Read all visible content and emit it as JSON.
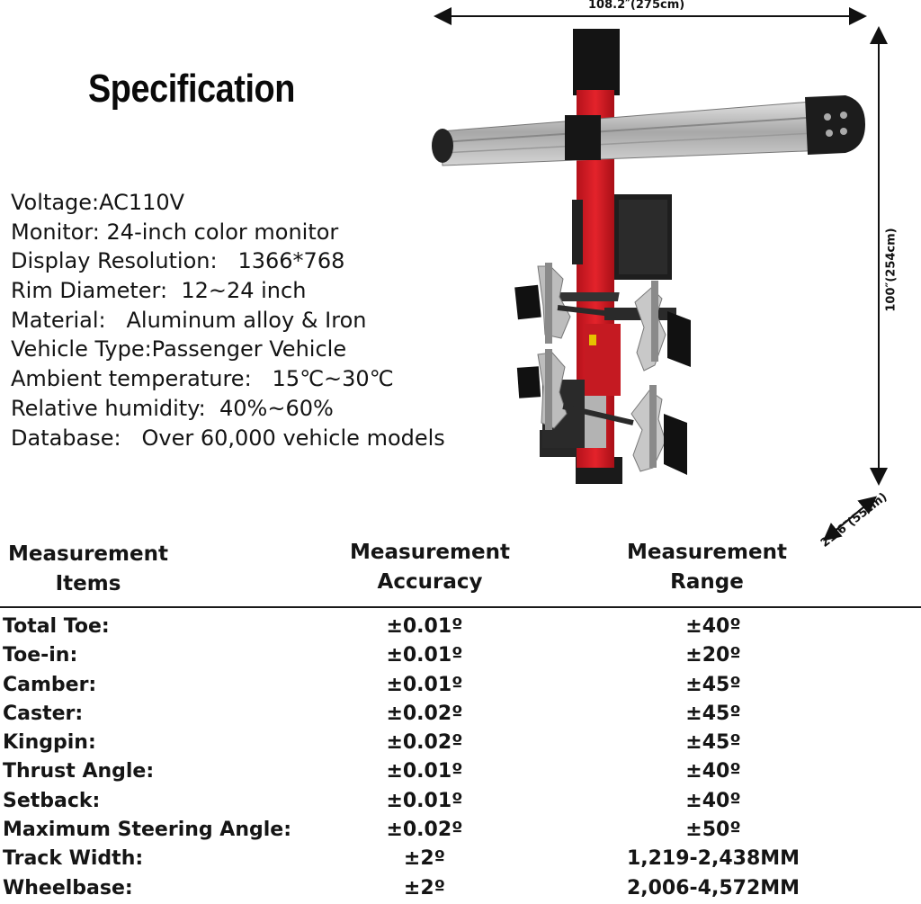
{
  "title": "Specification",
  "dimensions": {
    "width": "108.2″(275cm)",
    "height": "100″(254cm)",
    "depth": "21.6″(55cm)"
  },
  "specs": [
    {
      "label": "Voltage:",
      "value": "AC110V"
    },
    {
      "label": "Monitor:",
      "value": " 24-inch color monitor"
    },
    {
      "label": "Display Resolution:",
      "value": "   1366*768"
    },
    {
      "label": "Rim Diameter:",
      "value": "  12~24 inch"
    },
    {
      "label": "Material:",
      "value": "   Aluminum alloy & Iron"
    },
    {
      "label": "Vehicle Type:",
      "value": "Passenger Vehicle"
    },
    {
      "label": "Ambient temperature:",
      "value": "   15℃~30℃"
    },
    {
      "label": "Relative humidity:",
      "value": "  40%~60%"
    },
    {
      "label": "Database:",
      "value": "   Over 60,000 vehicle models"
    }
  ],
  "table": {
    "headers": {
      "items": [
        "Measurement",
        "Items"
      ],
      "accuracy": [
        "Measurement",
        "Accuracy"
      ],
      "range": [
        "Measurement",
        "Range"
      ]
    },
    "rows": [
      {
        "item": "Total Toe:",
        "accuracy": "±0.01º",
        "range": "±40º"
      },
      {
        "item": "Toe-in:",
        "accuracy": "±0.01º",
        "range": "±20º"
      },
      {
        "item": "Camber:",
        "accuracy": "±0.01º",
        "range": "±45º"
      },
      {
        "item": "Caster:",
        "accuracy": "±0.02º",
        "range": "±45º"
      },
      {
        "item": "Kingpin:",
        "accuracy": "±0.02º",
        "range": "±45º"
      },
      {
        "item": "Thrust Angle:",
        "accuracy": "±0.01º",
        "range": "±40º"
      },
      {
        "item": "Setback:",
        "accuracy": "±0.01º",
        "range": "±40º"
      },
      {
        "item": "Maximum Steering Angle:",
        "accuracy": "±0.02º",
        "range": "±50º"
      },
      {
        "item": "Track Width:",
        "accuracy": "±2º",
        "range": "1,219-2,438MM"
      },
      {
        "item": "Wheelbase:",
        "accuracy": "±2º",
        "range": "2,006-4,572MM"
      }
    ]
  }
}
